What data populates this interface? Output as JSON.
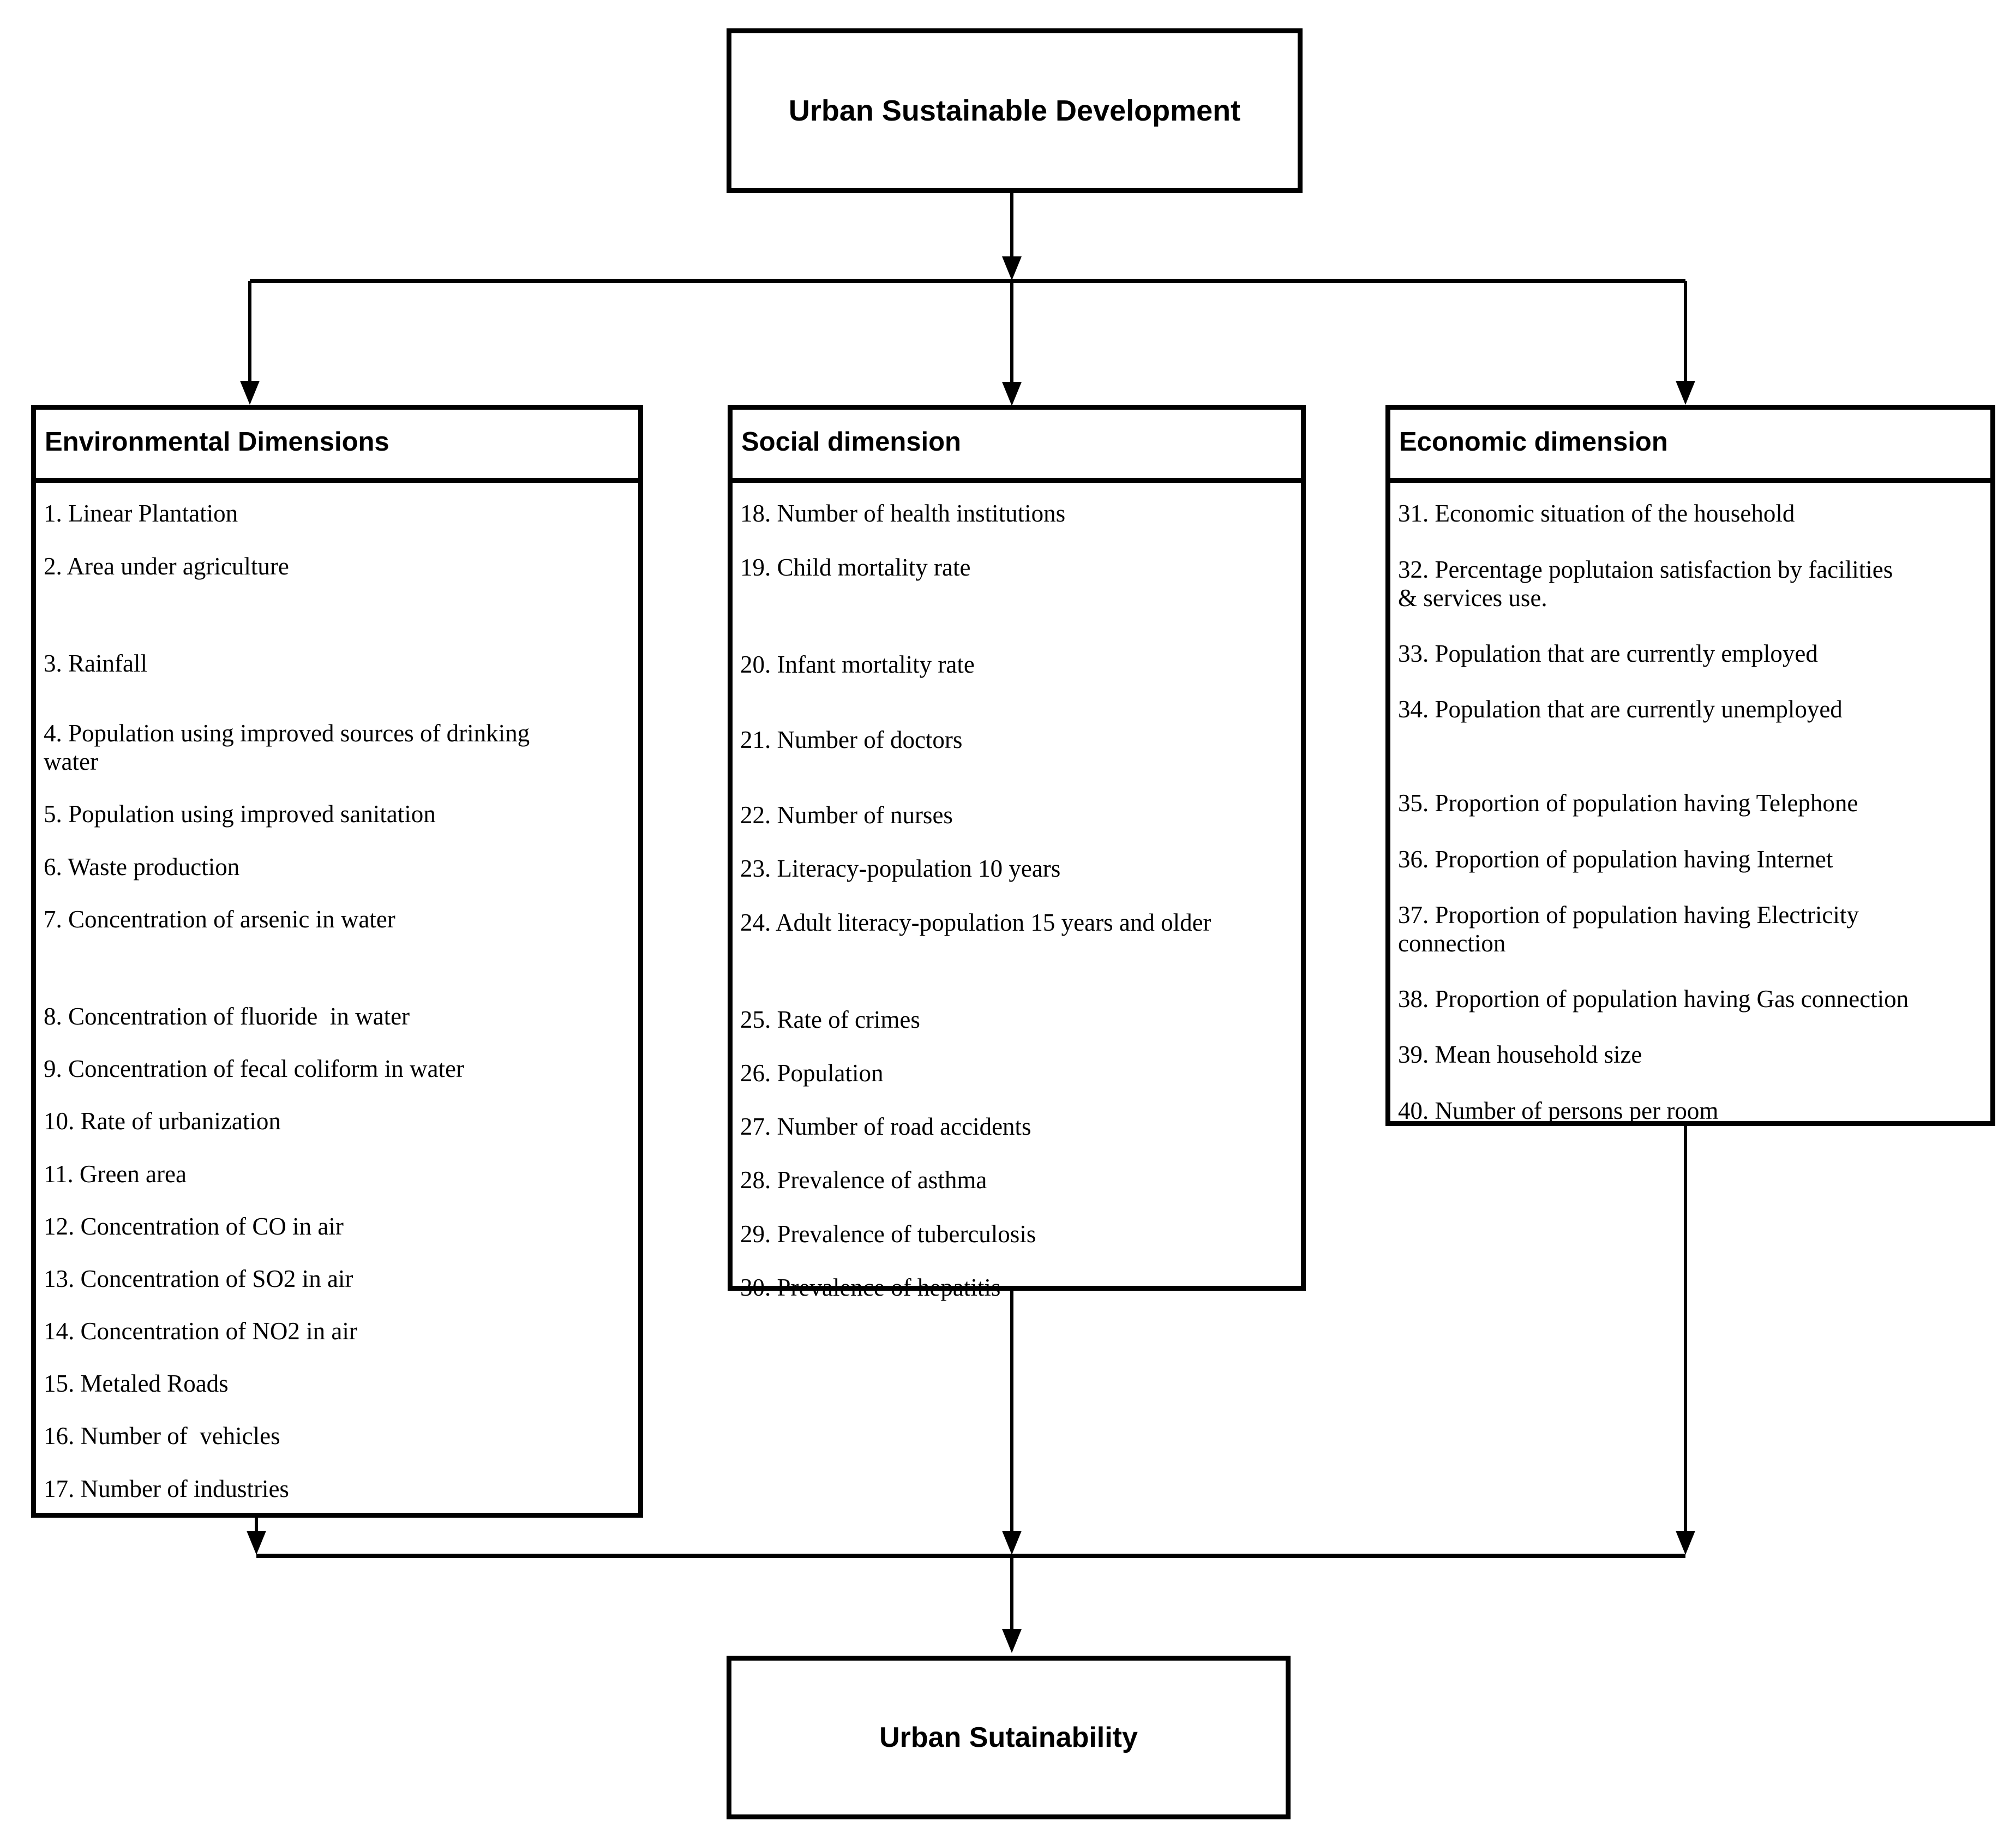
{
  "diagram": {
    "root": {
      "label": "Urban Sustainable Development"
    },
    "columns": [
      {
        "header": "Environmental Dimensions",
        "items": [
          "1. Linear Plantation",
          "2. Area under agriculture",
          "3. Rainfall",
          "4. Population using improved sources of drinking\nwater",
          "5. Population using improved sanitation",
          "6. Waste production",
          "7. Concentration of arsenic in water",
          "8. Concentration of fluoride  in water",
          "9. Concentration of fecal coliform in water",
          "10. Rate of urbanization",
          "11. Green area",
          "12. Concentration of CO in air",
          "13. Concentration of SO2 in air",
          "14. Concentration of NO2 in air",
          "15. Metaled Roads",
          "16. Number of  vehicles",
          "17. Number of industries"
        ]
      },
      {
        "header": "Social dimension",
        "items": [
          "18. Number of health institutions",
          "19. Child mortality rate",
          "20. Infant mortality rate",
          "21. Number of doctors",
          "22. Number of nurses",
          "23. Literacy-population 10 years",
          "24. Adult literacy-population 15 years and older",
          "25. Rate of crimes",
          "26. Population",
          "27. Number of road accidents",
          "28. Prevalence of asthma",
          "29. Prevalence of tuberculosis",
          "30. Prevalence of hepatitis"
        ]
      },
      {
        "header": "Economic dimension",
        "items": [
          "31. Economic situation of the household",
          "32. Percentage poplutaion satisfaction by facilities\n& services use.",
          "33. Population that are currently employed",
          "34. Population that are currently unemployed",
          "35. Proportion of population having Telephone",
          "36. Proportion of population having Internet",
          "37. Proportion of population having Electricity\nconnection",
          "38. Proportion of population having Gas connection",
          "39. Mean household size",
          "40. Number of persons per room"
        ]
      }
    ],
    "result": {
      "label": "Urban Sutainability"
    },
    "colors": {
      "line": "#000000",
      "background": "#ffffff"
    }
  }
}
